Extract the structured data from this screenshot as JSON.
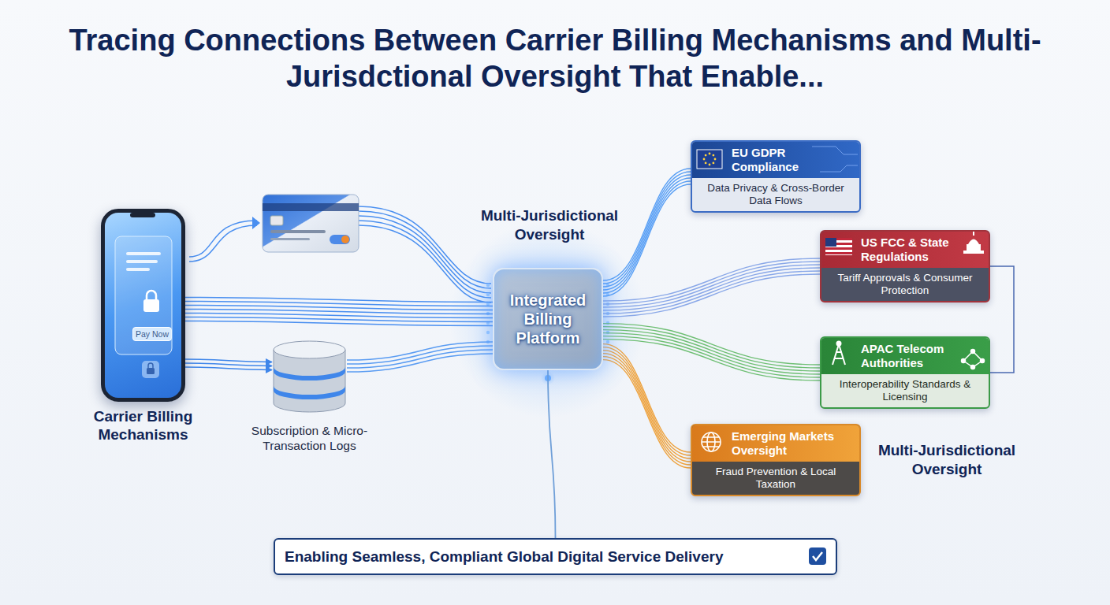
{
  "diagram": {
    "title": "Tracing Connections Between Carrier Billing Mechanisms and Multi-Jurisdctional Oversight That Enable...",
    "nodes": [
      {
        "text": [
          "Pay Now",
          "Carrier Billing Mechanisms"
        ]
      },
      {
        "text": [
          "Subscription & Micro-Transaction Logs"
        ]
      },
      {
        "text": [
          "Integrated Billing Platform"
        ]
      },
      {
        "text": [
          "EU GDPR Compliance",
          "Data Privacy & Cross-Border Data Flows"
        ]
      },
      {
        "text": [
          "US FCC & State Regulations",
          "Tariff Approvals & Consumer Protection"
        ]
      },
      {
        "text": [
          "APAC Telecom Authorities",
          "Interoperability Standards & Licensing"
        ]
      },
      {
        "text": [
          "Emerging Markets Oversight",
          "Fraud Prevention & Local Taxation"
        ]
      },
      {
        "text": [
          "Enabling Seamless, Compliant Global Digital Service Delivery"
        ]
      }
    ],
    "edges": [
      {
        "from": 0,
        "to": 2,
        "arrow": "none"
      },
      {
        "from": 0,
        "to": 1,
        "arrow": "to"
      },
      {
        "from": 1,
        "to": 2,
        "arrow": "none"
      },
      {
        "from": 2,
        "to": 3,
        "arrow": "none"
      },
      {
        "from": 2,
        "to": 4,
        "arrow": "none"
      },
      {
        "from": 2,
        "to": 5,
        "arrow": "none"
      },
      {
        "from": 2,
        "to": 6,
        "arrow": "none"
      },
      {
        "from": 4,
        "to": 5,
        "arrow": "none"
      },
      {
        "from": 2,
        "to": 7,
        "arrow": "none"
      }
    ],
    "labels": [
      "Multi-Jurisdictional Oversight",
      "Multi-Jurisdictional Oversight"
    ]
  }
}
